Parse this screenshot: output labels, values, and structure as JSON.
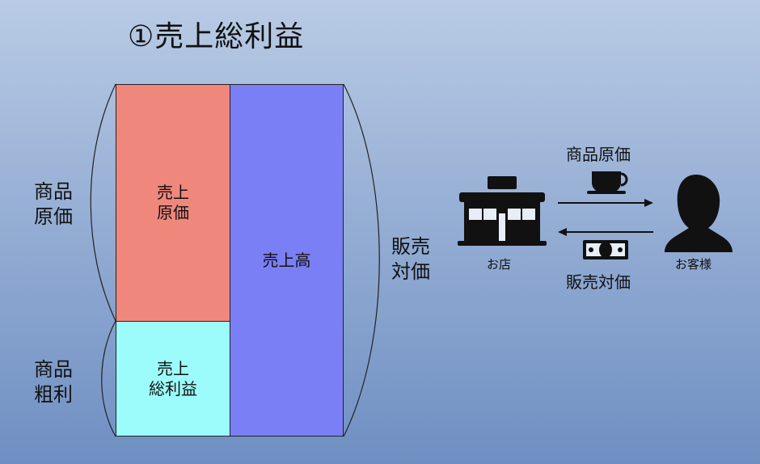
{
  "title": "①売上総利益",
  "chart": {
    "cost_box": "売上\n原価",
    "profit_box": "売上\n総利益",
    "sales_box": "売上高",
    "left_top_label": "商品\n原価",
    "left_bottom_label": "商品\n粗利",
    "right_label": "販売\n対価"
  },
  "flow": {
    "top_label": "商品原価",
    "bottom_label": "販売対価",
    "shop_label": "お店",
    "customer_label": "お客様"
  },
  "colors": {
    "cost": "#f0877d",
    "profit": "#9cfcfb",
    "sales": "#7b7ff5"
  },
  "icons": [
    "store-icon",
    "coffee-cup-icon",
    "money-bill-icon",
    "customer-icon"
  ]
}
